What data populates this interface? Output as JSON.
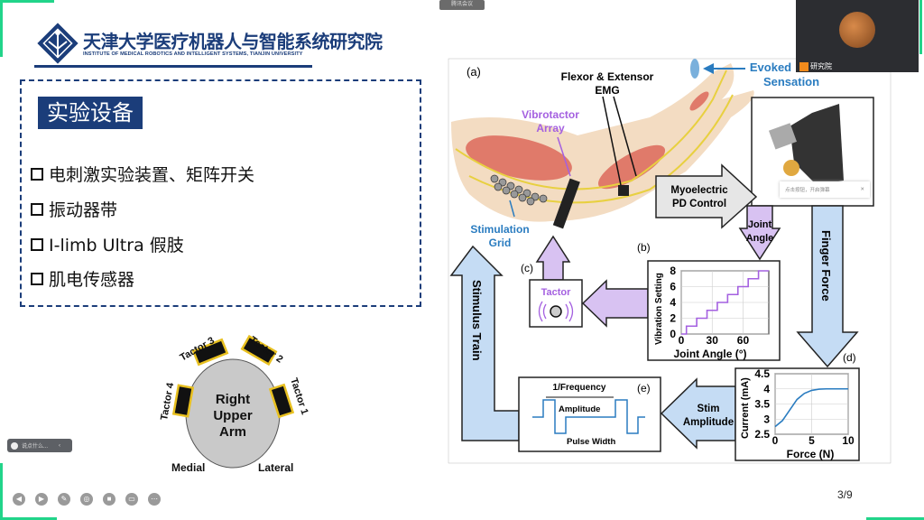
{
  "meeting_badge": "腾讯会议",
  "header": {
    "title_cn": "天津大学医疗机器人与智能系统研究院",
    "title_en": "INSTITUTE OF MEDICAL ROBOTICS AND INTELLIGENT SYSTEMS, TIANJIN UNIVERSITY"
  },
  "section": {
    "heading": "实验设备",
    "bullets": [
      "电刺激实验装置、矩阵开关",
      "振动器带",
      "I-limb Ultra 假肢",
      "肌电传感器"
    ]
  },
  "tactor_diagram": {
    "center": [
      "Right",
      "Upper",
      "Arm"
    ],
    "tactors": [
      "Tactor 1",
      "Tactor 2",
      "Tactor 3",
      "Tactor 4"
    ],
    "medial": "Medial",
    "lateral": "Lateral"
  },
  "figure": {
    "label_a": "(a)",
    "label_b": "(b)",
    "label_c": "(c)",
    "label_d": "(d)",
    "label_e": "(e)",
    "emg": [
      "Flexor & Extensor",
      "EMG"
    ],
    "evoked": [
      "Evoked",
      "Sensation"
    ],
    "vibrotactor": [
      "Vibrotactor",
      "Array"
    ],
    "stim_grid": [
      "Stimulation",
      "Grid"
    ],
    "myo": [
      "Myoelectric",
      "PD Control"
    ],
    "joint_angle": [
      "Joint",
      "Angle"
    ],
    "finger_force": "Finger Force",
    "stimulus_train": "Stimulus Train",
    "tactor": "Tactor",
    "stim_amp": [
      "Stim",
      "Amplitude"
    ],
    "pulse": {
      "freq": "1/Frequency",
      "amp": "Amplitude",
      "width": "Pulse Width"
    },
    "colors": {
      "blue_arrow": "#c5dcf4",
      "purple_arrow": "#d8c2f2",
      "label_blue": "#2a7cc0",
      "label_purple": "#a460e0"
    }
  },
  "chart_data": [
    {
      "type": "line",
      "title": "",
      "xlabel": "Joint Angle (°)",
      "ylabel": "Vibration Setting",
      "xlim": [
        0,
        85
      ],
      "ylim": [
        0,
        8
      ],
      "xticks": [
        "0",
        "30",
        "60"
      ],
      "yticks": [
        "0",
        "2",
        "4",
        "6",
        "8"
      ],
      "grid": true,
      "x": [
        0,
        5,
        5,
        15,
        15,
        25,
        25,
        35,
        35,
        45,
        45,
        55,
        55,
        65,
        65,
        75,
        75,
        85
      ],
      "y": [
        0,
        0,
        1,
        1,
        2,
        2,
        3,
        3,
        4,
        4,
        5,
        5,
        6,
        6,
        7,
        7,
        8,
        8
      ]
    },
    {
      "type": "line",
      "title": "",
      "xlabel": "Force (N)",
      "ylabel": "Current (mA)",
      "xlim": [
        0,
        10
      ],
      "ylim": [
        2.5,
        4.5
      ],
      "xticks": [
        "0",
        "5",
        "10"
      ],
      "yticks": [
        "2.5",
        "3",
        "3.5",
        "4",
        "4.5"
      ],
      "grid": true,
      "x": [
        0,
        1,
        2,
        3,
        4,
        5,
        6,
        7,
        8,
        9,
        10
      ],
      "y": [
        2.75,
        2.95,
        3.3,
        3.65,
        3.85,
        3.95,
        3.99,
        4,
        4,
        4,
        4
      ]
    }
  ],
  "video": {
    "name": "研究院"
  },
  "toast": {
    "text": "点击按钮，开启弹幕",
    "close": "✕"
  },
  "chat": {
    "placeholder": "说点什么...",
    "collapse": "‹"
  },
  "toolbar": [
    "◀",
    "▶",
    "✎",
    "◎",
    "■",
    "▭",
    "⋯"
  ],
  "page": "3/9"
}
